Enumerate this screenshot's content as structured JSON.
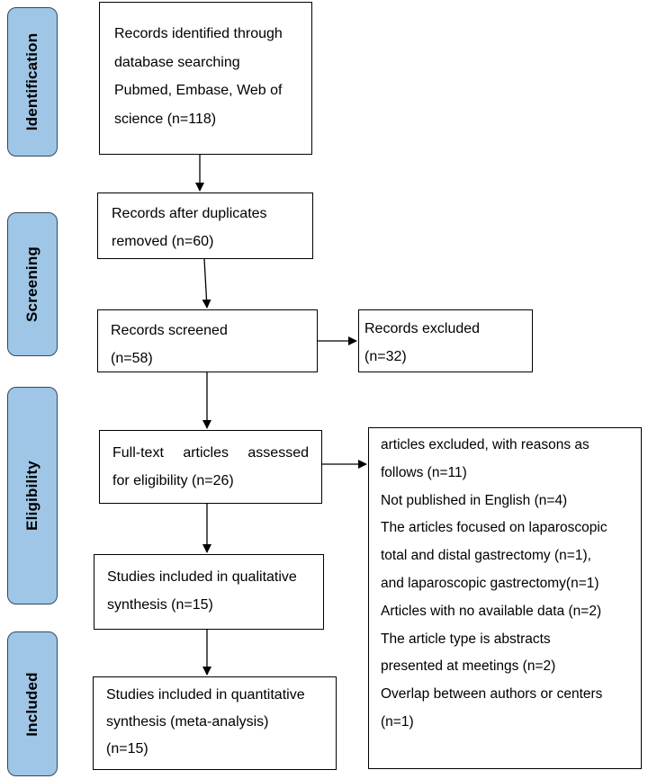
{
  "stages": [
    {
      "key": "identification",
      "label": "Identification"
    },
    {
      "key": "screening",
      "label": "Screening"
    },
    {
      "key": "eligibility",
      "label": "Eligibility"
    },
    {
      "key": "included",
      "label": "Included"
    }
  ],
  "boxes": {
    "identified": {
      "lines": [
        "Records identified through",
        "database searching",
        "Pubmed, Embase, Web of",
        "science (n=118)"
      ]
    },
    "after_duplicates": {
      "lines": [
        "Records after duplicates",
        "removed (n=60)"
      ]
    },
    "screened": {
      "lines": [
        "Records screened",
        "(n=58)"
      ]
    },
    "excluded": {
      "lines": [
        "Records excluded",
        "(n=32)"
      ]
    },
    "full_text": {
      "lines": [
        "Full-text articles assessed",
        "for eligibility (n=26)"
      ]
    },
    "articles_excluded": {
      "lines": [
        "articles excluded, with reasons as",
        "follows (n=11)",
        "Not published in English (n=4)",
        "The articles focused on laparoscopic",
        "total and distal gastrectomy (n=1),",
        "and laparoscopic gastrectomy(n=1)",
        "Articles with no available data (n=2)",
        "The article type is abstracts",
        "presented at meetings (n=2)",
        "Overlap between authors or centers",
        "(n=1)"
      ]
    },
    "qualitative": {
      "lines": [
        "Studies included in qualitative",
        "synthesis (n=15)"
      ]
    },
    "quantitative": {
      "lines": [
        "Studies included in quantitative",
        "synthesis (meta-analysis)",
        "(n=15)"
      ]
    }
  }
}
